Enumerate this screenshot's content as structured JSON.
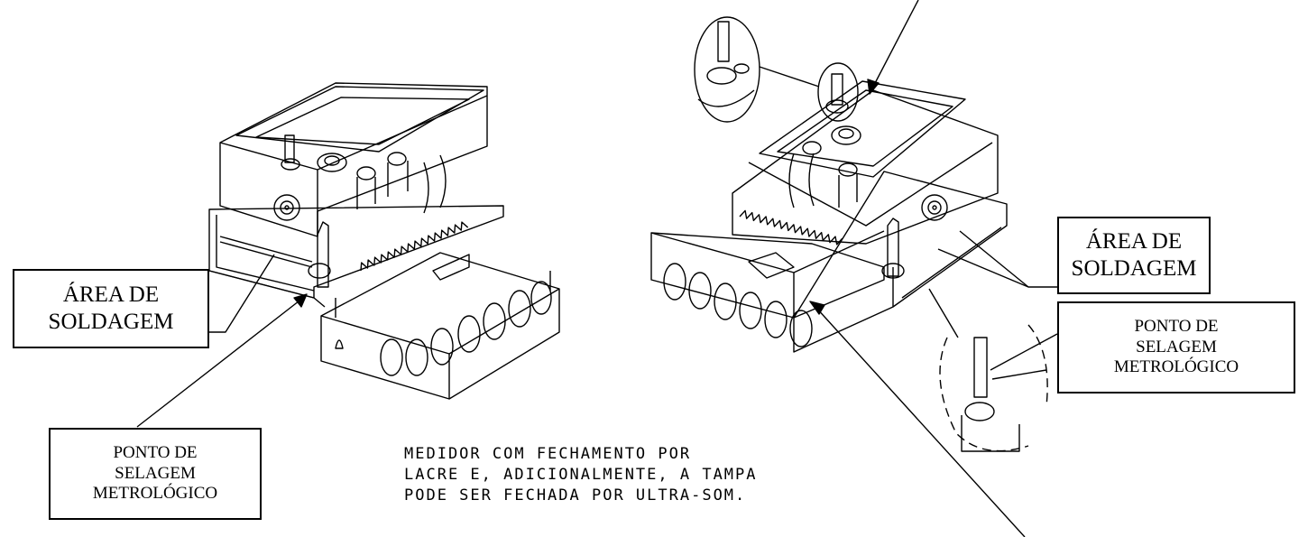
{
  "labels": {
    "left_weld_area": {
      "line1": "ÁREA DE",
      "line2": "SOLDAGEM"
    },
    "left_seal_point": {
      "line1": "PONTO DE",
      "line2": "SELAGEM",
      "line3": "METROLÓGICO"
    },
    "right_weld_area": {
      "line1": "ÁREA DE",
      "line2": "SOLDAGEM"
    },
    "right_seal_point": {
      "line1": "PONTO DE",
      "line2": "SELAGEM",
      "line3": "METROLÓGICO"
    }
  },
  "note": {
    "line1": "MEDIDOR COM FECHAMENTO POR",
    "line2": "LACRE E, ADICIONALMENTE, A TAMPA",
    "line3": "PODE SER FECHADA POR ULTRA-SOM."
  },
  "colors": {
    "ink": "#000000",
    "paper": "#ffffff"
  }
}
